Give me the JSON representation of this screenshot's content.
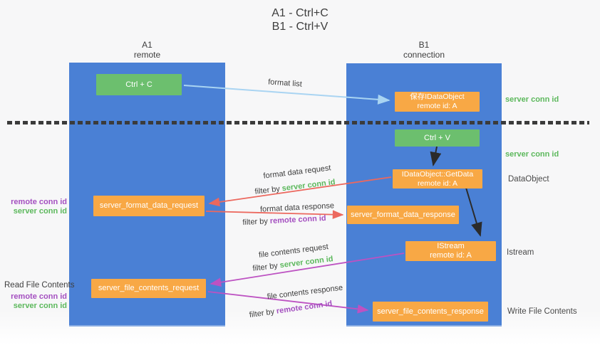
{
  "title": {
    "line1": "A1 - Ctrl+C",
    "line2": "B1 - Ctrl+V"
  },
  "lanes": {
    "left": {
      "name": "A1",
      "role": "remote"
    },
    "right": {
      "name": "B1",
      "role": "connection"
    }
  },
  "nodes": {
    "ctrl_c": {
      "label": "Ctrl + C"
    },
    "ctrl_v": {
      "label": "Ctrl + V"
    },
    "save_idataobject": {
      "line1": "保存IDataObject",
      "line2": "remote id: A"
    },
    "idataobject_getdata": {
      "line1": "IDataObject::GetData",
      "line2": "remote id: A"
    },
    "istream": {
      "line1": "IStream",
      "line2": "remote id: A"
    },
    "server_format_data_request": {
      "label": "server_format_data_request"
    },
    "server_format_data_response": {
      "label": "server_format_data_response"
    },
    "server_file_contents_request": {
      "label": "server_file_contents_request"
    },
    "server_file_contents_response": {
      "label": "server_file_contents_response"
    }
  },
  "flow_labels": {
    "format_list": "format list",
    "format_data_request": "format data request",
    "format_data_response": "format data response",
    "file_contents_request": "file contents request",
    "file_contents_response": "file contents response",
    "filter_by": "filter by",
    "server_conn_id": "server conn id",
    "remote_conn_id": "remote conn id"
  },
  "side_labels": {
    "server_conn_id_top": "server conn id",
    "server_conn_id_mid": "server conn id",
    "dataobject": "DataObject",
    "istream": "Istream",
    "read_file_contents": "Read File Contents",
    "write_file_contents": "Write File Contents",
    "remote_conn_id": "remote conn id",
    "server_conn_id": "server conn id"
  },
  "colors": {
    "lane_blue": "#4a80d5",
    "node_orange": "#f8a845",
    "node_green": "#6cbf6e",
    "green_text": "#5cb85c",
    "purple_text": "#a44fc0",
    "red_arrow": "#ec685e",
    "magenta_arrow": "#bd52c2",
    "blue_arrow": "#a9d4f2",
    "black_arrow": "#2b2b2b",
    "dotted_line": "#3b3b3b"
  }
}
